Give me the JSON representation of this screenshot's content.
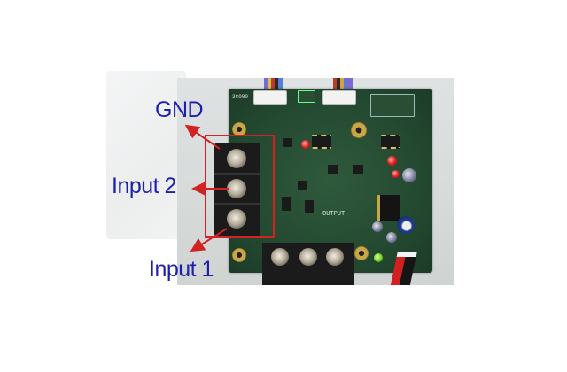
{
  "figure": {
    "type": "annotated-photo",
    "subject": "motor driver circuit board with screw terminal blocks",
    "labels": [
      {
        "id": "gnd",
        "text": "GND"
      },
      {
        "id": "input2",
        "text": "Input 2"
      },
      {
        "id": "input1",
        "text": "Input 1"
      }
    ],
    "board_silkscreen": {
      "output_label": "OUTPUT",
      "corner_label": "3C080"
    },
    "colors": {
      "label_text": "#1f1fae",
      "annotation_arrows": "#d22222",
      "highlight_box": "#d22222",
      "pcb": "#244a31"
    }
  }
}
